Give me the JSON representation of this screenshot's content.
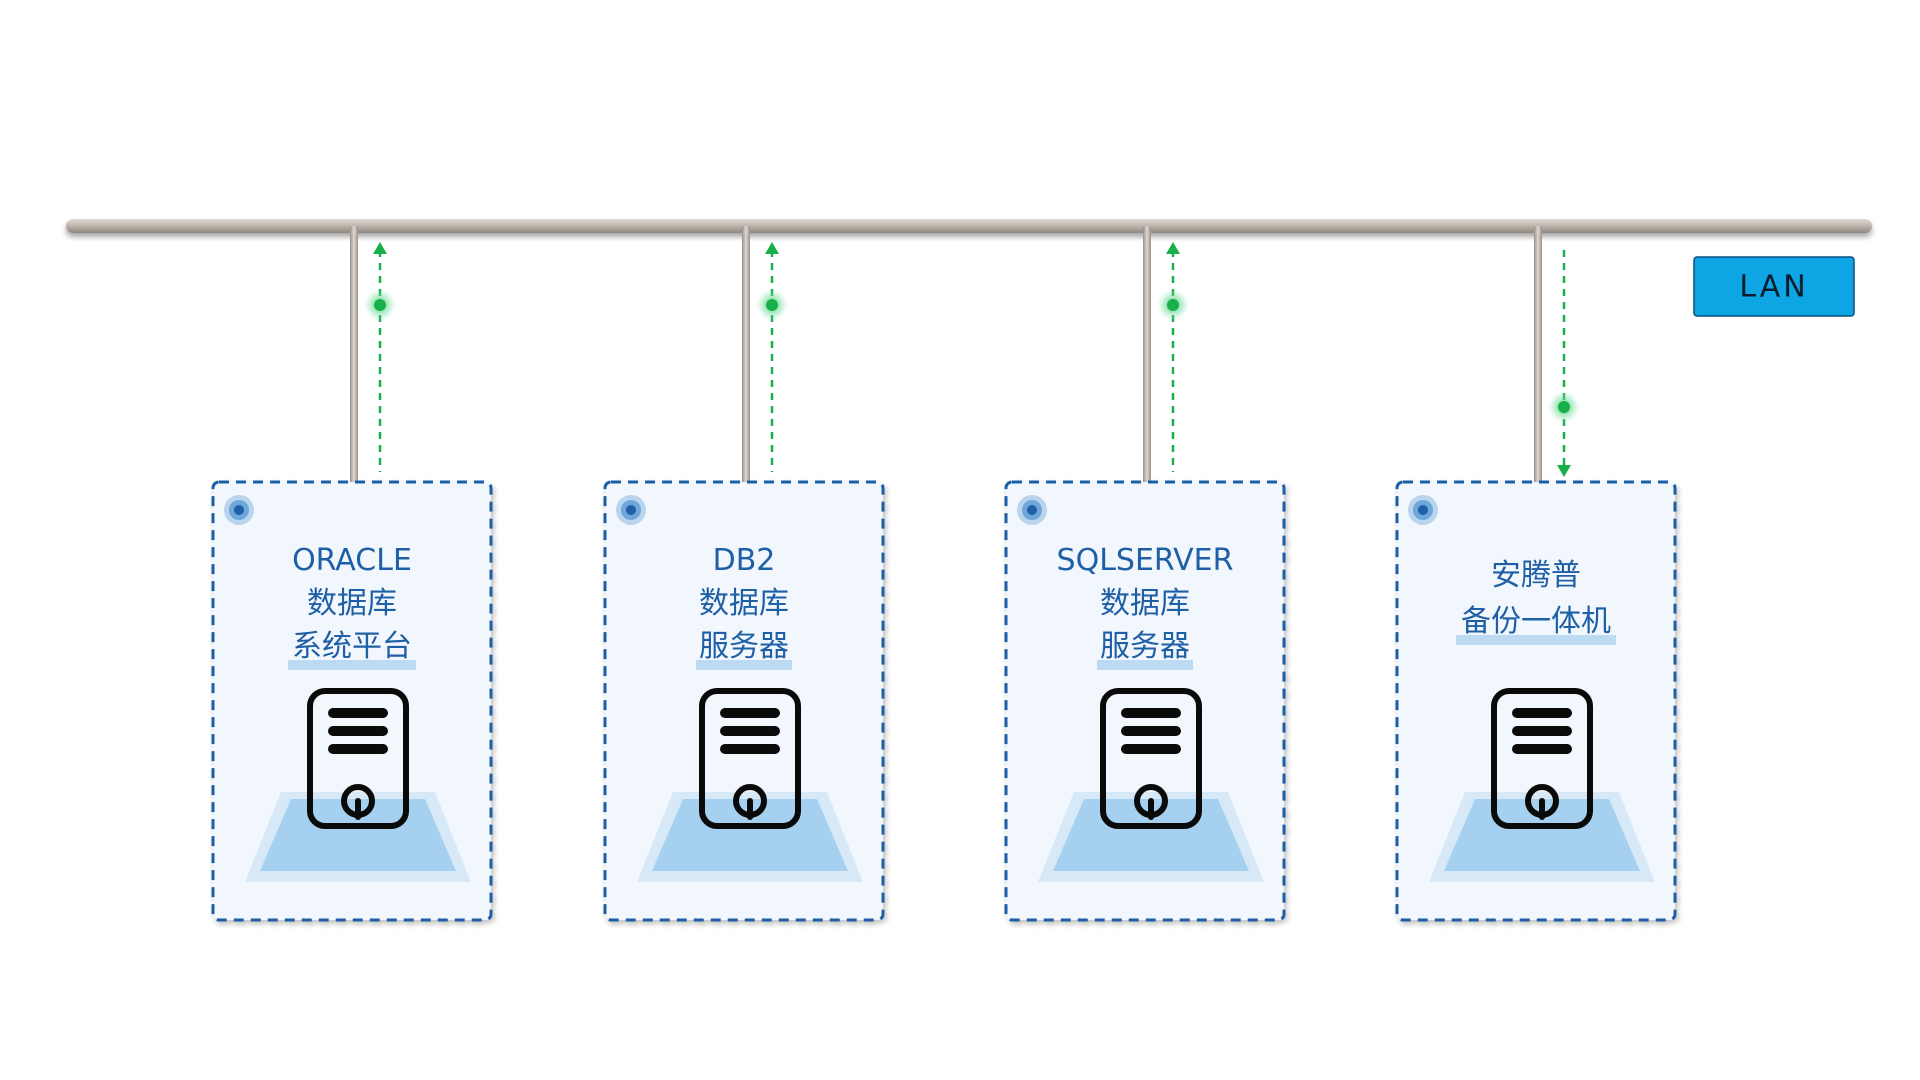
{
  "lan_label": "LAN",
  "nodes": [
    {
      "id": "oracle",
      "lines": [
        "ORACLE",
        "数据库",
        "系统平台"
      ],
      "flow": "up"
    },
    {
      "id": "db2",
      "lines": [
        "DB2",
        "数据库",
        "服务器"
      ],
      "flow": "up"
    },
    {
      "id": "sqlserver",
      "lines": [
        "SQLSERVER",
        "数据库",
        "服务器"
      ],
      "flow": "up"
    },
    {
      "id": "anteng",
      "lines": [
        "安腾普",
        "备份一体机"
      ],
      "flow": "down"
    }
  ],
  "colors": {
    "bus": "#bdb4ac",
    "card_border": "#1f5fa6",
    "card_fill": "#f1f7fc",
    "flow": "#19b04a",
    "lan_badge": "#0ea5e4",
    "label": "#1f5fa6"
  },
  "icons": {
    "server": "server-tower-icon",
    "status": "status-dot-icon",
    "flow": "data-flow-arrow-icon"
  }
}
